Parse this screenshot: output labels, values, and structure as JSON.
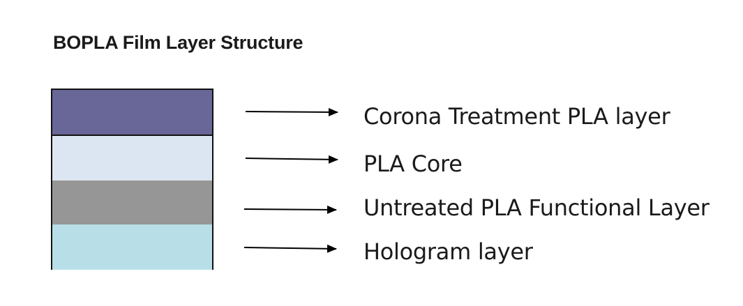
{
  "title": "BOPLA Film Layer Structure",
  "layers": [
    {
      "label": "Corona Treatment PLA layer",
      "color": "#696698"
    },
    {
      "label": "PLA Core",
      "color": "#dce6f2"
    },
    {
      "label": "Untreated PLA Functional Layer",
      "color": "#969696"
    },
    {
      "label": "Hologram layer",
      "color": "#b8dfe7"
    }
  ]
}
